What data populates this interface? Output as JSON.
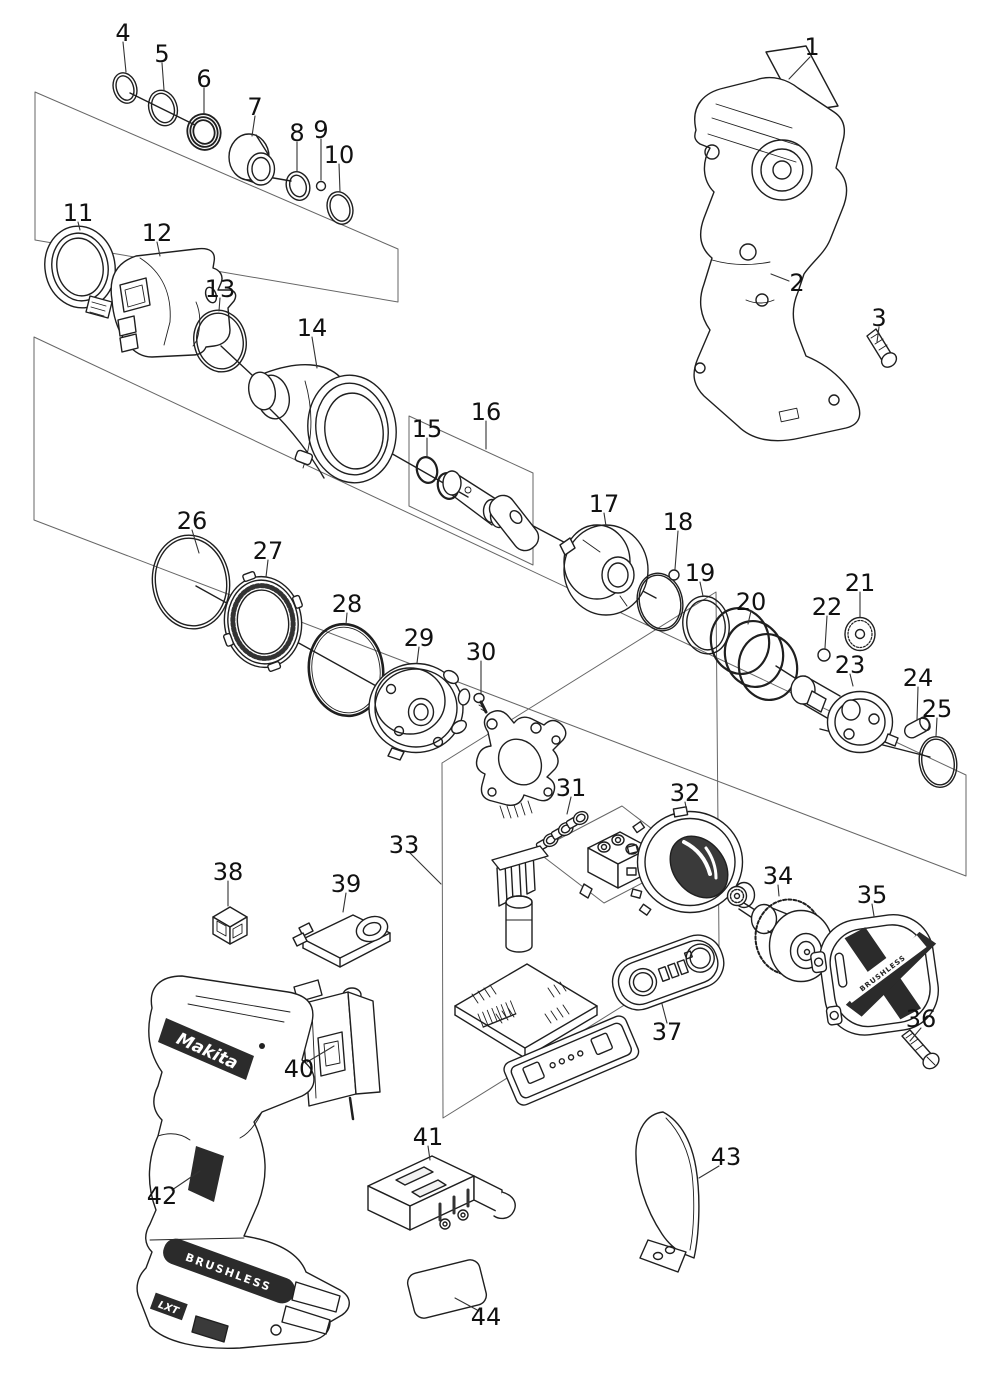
{
  "part_numbers": [
    "1",
    "2",
    "3",
    "4",
    "5",
    "6",
    "7",
    "8",
    "9",
    "10",
    "11",
    "12",
    "13",
    "14",
    "15",
    "16",
    "17",
    "18",
    "19",
    "20",
    "21",
    "22",
    "23",
    "24",
    "25",
    "26",
    "27",
    "28",
    "29",
    "30",
    "31",
    "32",
    "33",
    "34",
    "35",
    "36",
    "37",
    "38",
    "39",
    "40",
    "41",
    "42",
    "43",
    "44"
  ],
  "brand": {
    "logo": "Makita",
    "battery_brushless": "BRUSHLESS",
    "battery_lxt": "LXT",
    "cover_brushless": "BRUSHLESS"
  },
  "colors": {
    "background": "#ffffff",
    "line": "#1f1f1f",
    "boundary": "#666666",
    "dark_fill": "#2b2b2b"
  }
}
